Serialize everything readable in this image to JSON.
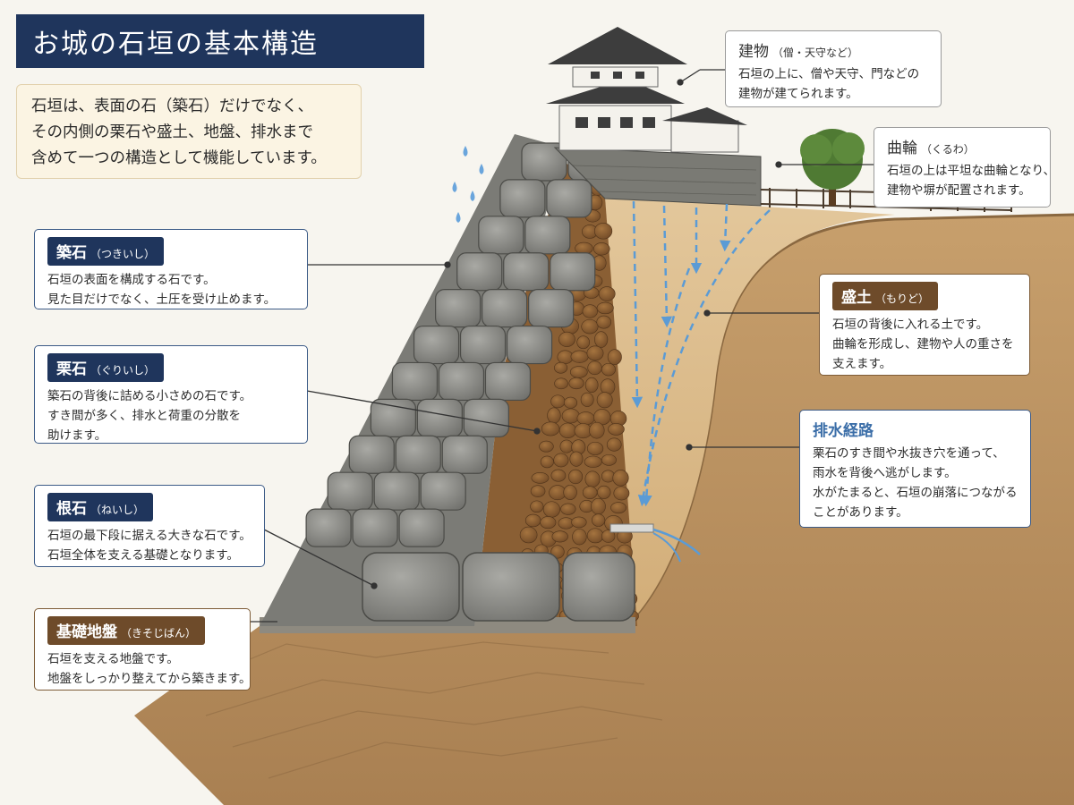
{
  "title": "お城の石垣の基本構造",
  "intro": [
    "石垣は、表面の石（築石）だけでなく、",
    "その内側の栗石や盛土、地盤、排水まで",
    "含めて一つの構造として機能しています。"
  ],
  "labels": {
    "tsukiishi": {
      "name": "築石",
      "reading": "（つきいし）",
      "lines": [
        "石垣の表面を構成する石です。",
        "見た目だけでなく、土圧を受け止めます。"
      ]
    },
    "guriishi": {
      "name": "栗石",
      "reading": "（ぐりいし）",
      "lines": [
        "築石の背後に詰める小さめの石です。",
        "すき間が多く、排水と荷重の分散を",
        "助けます。"
      ]
    },
    "neishi": {
      "name": "根石",
      "reading": "（ねいし）",
      "lines": [
        "石垣の最下段に据える大きな石です。",
        "石垣全体を支える基礎となります。"
      ]
    },
    "kiso": {
      "name": "基礎地盤",
      "reading": "（きそじばん）",
      "lines": [
        "石垣を支える地盤です。",
        "地盤をしっかり整えてから築きます。"
      ]
    },
    "tatemono": {
      "name": "建物",
      "reading": "（僧・天守など）",
      "lines": [
        "石垣の上に、僧や天守、門などの",
        "建物が建てられます。"
      ]
    },
    "kuruwa": {
      "name": "曲輪",
      "reading": "（くるわ）",
      "lines": [
        "石垣の上は平坦な曲輪となり、",
        "建物や塀が配置されます。"
      ]
    },
    "morido": {
      "name": "盛土",
      "reading": "（もりど）",
      "lines": [
        "石垣の背後に入れる土です。",
        "曲輪を形成し、建物や人の重さを",
        "支えます。"
      ]
    },
    "haisui": {
      "name": "排水経路",
      "lines": [
        "栗石のすき間や水抜き穴を通って、",
        "雨水を背後へ逃がします。",
        "水がたまると、石垣の崩落につながる",
        "ことがあります。"
      ]
    }
  },
  "colors": {
    "navy": "#1f355c",
    "brown": "#6e4b2a",
    "water": "#5b9bd5",
    "stone": "#8c8c88",
    "fill_soil": "#d9b98a",
    "ground": "#b08a5c"
  }
}
